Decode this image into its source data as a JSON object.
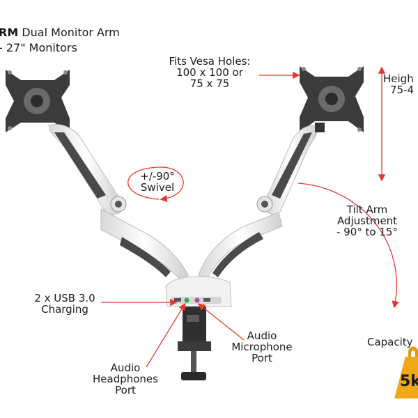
{
  "labels": {
    "title_bold": "RM",
    "title_rest": "Dual Monitor Arm",
    "title_line2": "- 27\" Monitors",
    "vesa": [
      "Fits Vesa Holes:",
      "100 x 100 or",
      "75 x 75"
    ],
    "height": [
      "Heigh",
      "75-4"
    ],
    "swivel": [
      "+/-90°",
      "Swivel"
    ],
    "tilt": [
      "Tilt Arm",
      "Adjustment",
      "- 90° to 15°"
    ],
    "usb": [
      "2 x USB 3.0",
      "Charging"
    ],
    "mic": [
      "Audio",
      "Microphone",
      "Port"
    ],
    "phones": [
      "Audio",
      "Headphones",
      "Port"
    ],
    "capacity": "Capacity",
    "weight": "5k"
  },
  "colors": {
    "arrow": "#e8372c",
    "arm_white": "#eeeeee",
    "arm_dark": "#4a4a4a",
    "vesa_plate": "#3a3a3a",
    "weight_gold": "#f0a818"
  },
  "icons": [
    "vesa-plate-icon",
    "monitor-arm-icon",
    "clamp-icon",
    "weight-icon"
  ]
}
